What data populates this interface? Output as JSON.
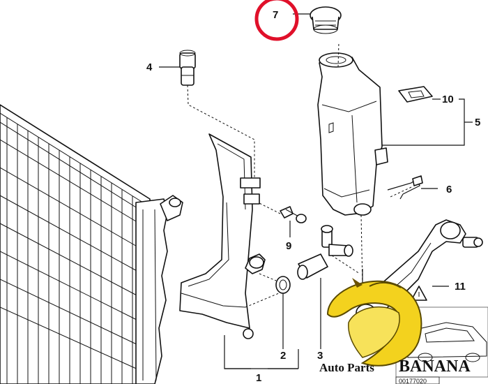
{
  "callouts": {
    "c1": "1",
    "c2": "2",
    "c3": "3",
    "c4": "4",
    "c5": "5",
    "c6": "6",
    "c7": "7",
    "c9": "9",
    "c10": "10",
    "c11": "11"
  },
  "watermark": {
    "brand_prefix": "Auto Parts",
    "brand_main": "BANANA"
  },
  "reference_code": "00177020",
  "colors": {
    "highlight_circle": "#e0102a",
    "banana_yellow": "#f3d21e",
    "banana_outline": "#5a4a00"
  }
}
